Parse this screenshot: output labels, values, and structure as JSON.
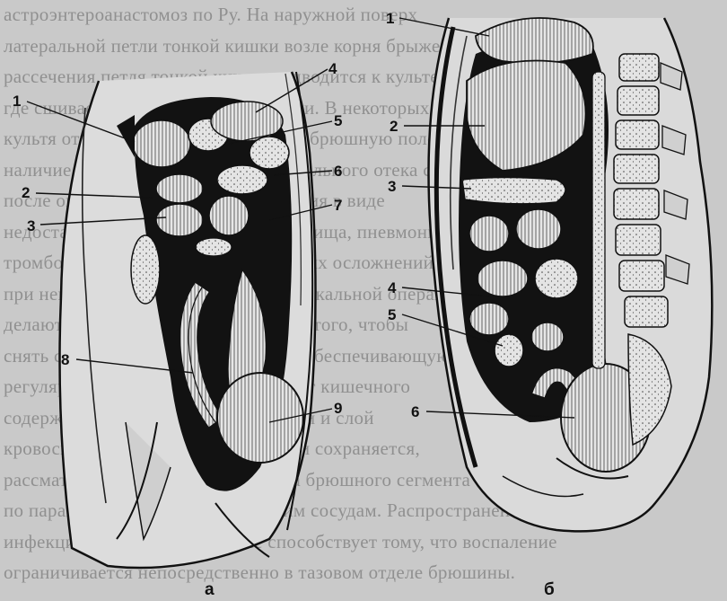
{
  "background_text": [
    "астроэнтероанастомоз по Ру. На наружной поверх",
    "латеральной петли тонкой кишки возле корня брыжейки",
    "рассечения петля тонкой кишки подводится к культе",
    "где сшивается с ней узловыми швами. В некоторых случаях",
    "культя отводится непосредственно в брюшную полость",
    "наличие спаечного процесса, значительного отека стенок",
    "после операции возможны осложнения в виде",
    "недостаточности швов, кишечного свища, пневмонии,",
    "тромбоэмболической болезни и других осложнений.",
    "при невозможности выполнения радикальной операции",
    "делают паллиативную операцию для того, чтобы",
    "снять с брюшной полости нагрузку, обеспечивающую",
    "регулярное опорожнение и транспорт кишечного",
    "содержимого по брыжеечной артерии и слой",
    "кровоснабжение в брюшной полости сохраняется,",
    "рассматривают и пути лимфооттока брюшного сегмента",
    "по паравазальным и лимфатическим сосудам. Распространение",
    "инфекции по тазовой брюшине способствует тому, что воспаление",
    "ограничивается непосредственно в тазовом отделе брюшины."
  ],
  "panel_a": {
    "caption": "а",
    "labels": [
      "1",
      "2",
      "3",
      "4",
      "5",
      "6",
      "7",
      "8",
      "9"
    ]
  },
  "panel_b": {
    "caption": "б",
    "labels": [
      "1",
      "2",
      "3",
      "4",
      "5",
      "6"
    ]
  }
}
